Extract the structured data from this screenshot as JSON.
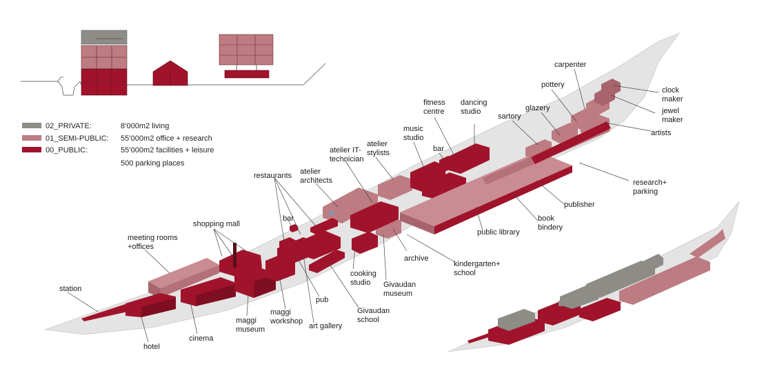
{
  "colors": {
    "private": "#8e8c86",
    "semi_public": "#bd7b82",
    "public": "#a0132b",
    "ground": "#e4e4e4"
  },
  "legend": [
    {
      "key": "private",
      "name": "02_PRIVATE:",
      "desc": "8’000m2 living"
    },
    {
      "key": "semi_public",
      "name": "01_SEMI-PUBLIC:",
      "desc": "55’000m2 office + research"
    },
    {
      "key": "public",
      "name": "00_PUBLIC:",
      "desc": "55’000m2 facilities + leisure"
    }
  ],
  "parking_note": "500 parking places",
  "labels": {
    "carpenter": "carpenter",
    "pottery": "pottery",
    "clock_1": "clock",
    "clock_2": "maker",
    "jewel_1": "jewel",
    "jewel_2": "maker",
    "artists": "artists",
    "glazery": "glazery",
    "sartory": "sartory",
    "fitness_1": "fitness",
    "fitness_2": "centre",
    "dancing_1": "dancing",
    "dancing_2": "studio",
    "music_1": "music",
    "music_2": "studio",
    "bar_top": "bar",
    "atelier_it_1": "atelier IT-",
    "atelier_it_2": "technician",
    "stylists_1": "atelier",
    "stylists_2": "stylists",
    "architects_1": "atelier",
    "architects_2": "architects",
    "restaurants": "restaurants",
    "research_1": "research+",
    "research_2": "parking",
    "publisher": "publisher",
    "book_1": "book",
    "book_2": "bindery",
    "public_library": "public library",
    "bar_left": "bar",
    "shopping_mall": "shopping mall",
    "meeting_1": "meeting rooms",
    "meeting_2": "+offices",
    "archive": "archive",
    "kinder_1": "kindergarten+",
    "kinder_2": "school",
    "cooking_1": "cooking",
    "cooking_2": "studio",
    "giv_museum_1": "Givaudan",
    "giv_museum_2": "museum",
    "station": "station",
    "pub": "pub",
    "giv_school_1": "Givaudan",
    "giv_school_2": "school",
    "maggi_workshop_1": "maggi",
    "maggi_workshop_2": "workshop",
    "maggi_museum_1": "maggi",
    "maggi_museum_2": "museum",
    "art_gallery": "art gallery",
    "cinema": "cinema",
    "hotel": "hotel"
  }
}
